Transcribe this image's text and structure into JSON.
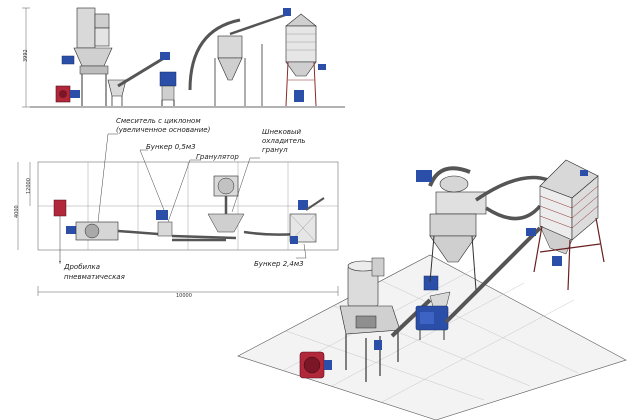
{
  "labels": {
    "mixer_line1": "Смеситель с циклоном",
    "mixer_line2": "(увеличенное основание)",
    "bunker05": "Бункер 0,5м3",
    "granulator": "Гранулятор",
    "cooler_line1": "Шнековый",
    "cooler_line2": "охладитель",
    "cooler_line3": "гранул",
    "crusher_line1": "Дробилка",
    "crusher_line2": "пневматическая",
    "bunker24": "Бункер 2,4м3"
  },
  "dimensions": {
    "side_height": "3992",
    "plan_width": "4000",
    "plan_sub": "12000",
    "plan_length": "10000"
  },
  "colors": {
    "stroke": "#2a2a2a",
    "metal": "#d9d9d9",
    "metal_dark": "#9a9a9a",
    "motor_blue": "#2b4fa8",
    "crusher_red": "#b0283a",
    "frame": "#333333"
  }
}
